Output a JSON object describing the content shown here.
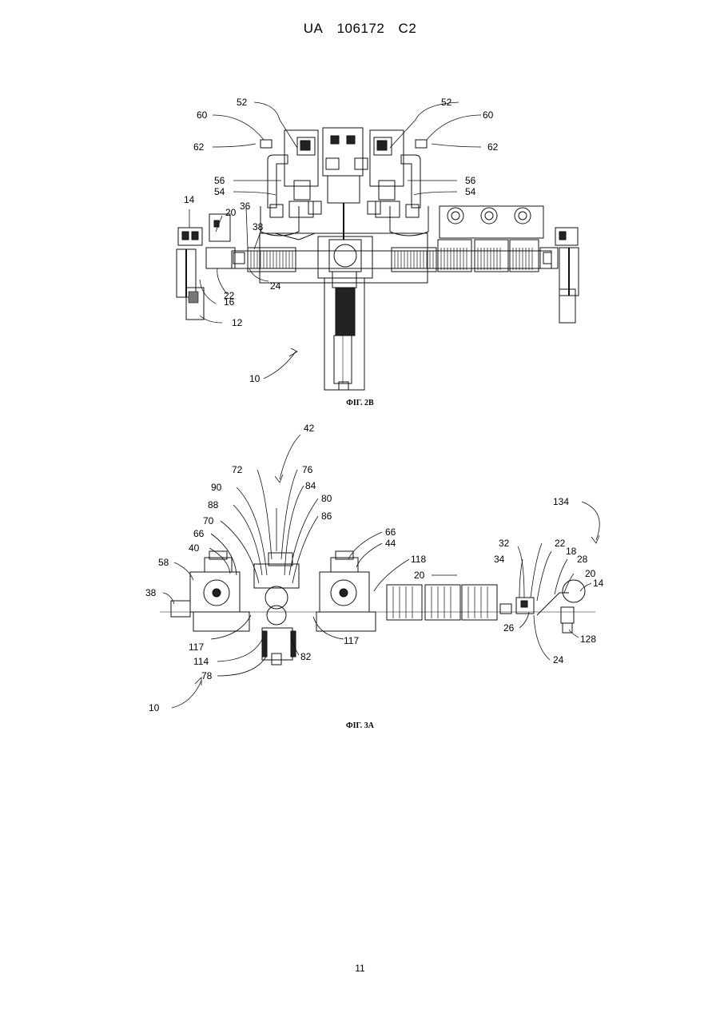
{
  "header": {
    "office": "UA",
    "number": "106172",
    "kind": "C2"
  },
  "fig2b": {
    "caption": "ФІГ. 2В",
    "labels": [
      "52",
      "60",
      "62",
      "52",
      "60",
      "62",
      "56",
      "54",
      "56",
      "54",
      "14",
      "20",
      "36",
      "38",
      "24",
      "22",
      "16",
      "12",
      "10"
    ]
  },
  "fig3a": {
    "caption": "ФІГ. 3А",
    "labels": [
      "42",
      "72",
      "76",
      "90",
      "84",
      "88",
      "80",
      "70",
      "86",
      "66",
      "66",
      "40",
      "44",
      "58",
      "118",
      "20",
      "38",
      "117",
      "117",
      "114",
      "82",
      "78",
      "10",
      "134",
      "32",
      "22",
      "18",
      "34",
      "28",
      "20",
      "14",
      "26",
      "128",
      "24"
    ]
  },
  "page_number": "11"
}
